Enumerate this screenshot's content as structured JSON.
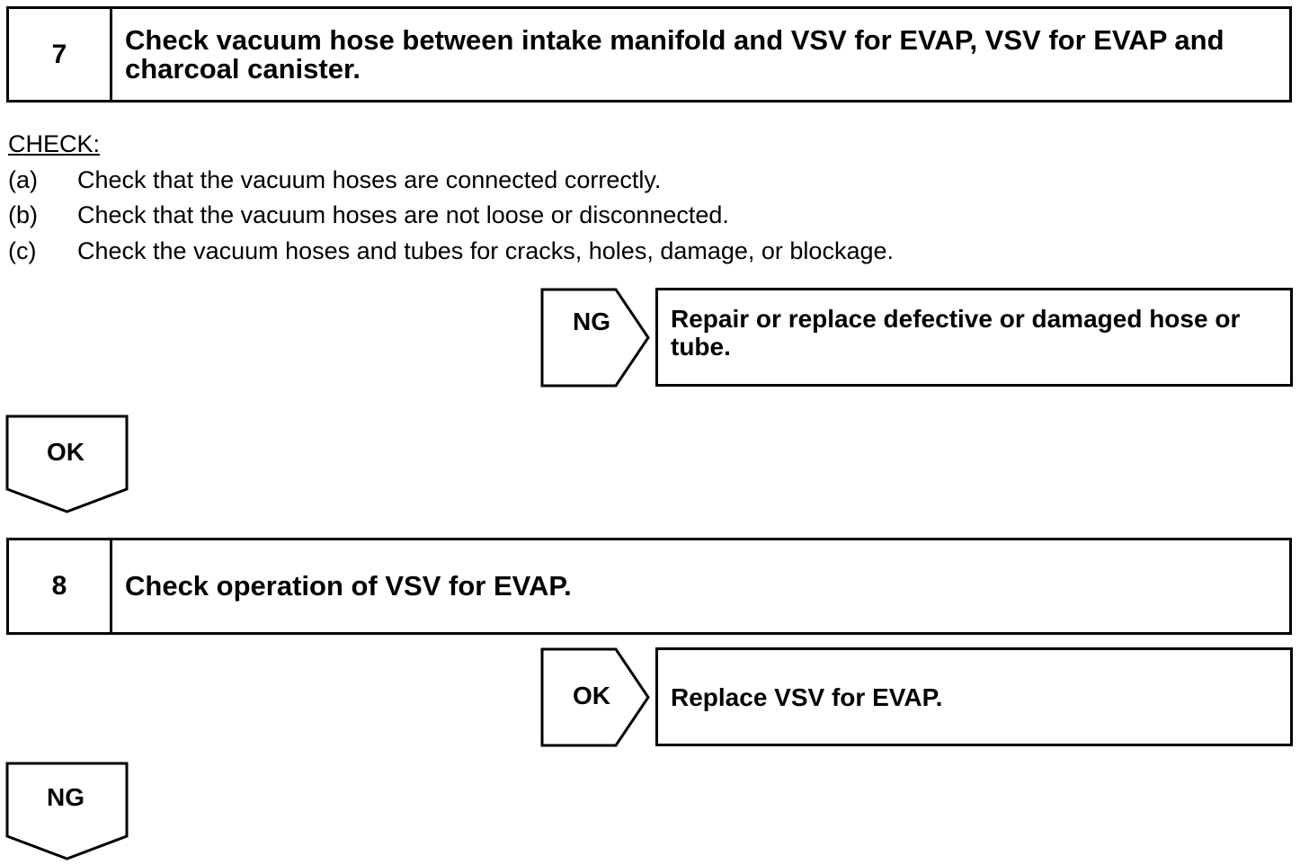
{
  "step7": {
    "number": "7",
    "title": "Check vacuum hose between intake manifold and VSV for EVAP, VSV for EVAP and charcoal canister."
  },
  "check": {
    "heading": "CHECK:",
    "items": [
      {
        "label": "(a)",
        "text": "Check that the vacuum hoses are connected correctly."
      },
      {
        "label": "(b)",
        "text": "Check that the vacuum hoses are not loose or disconnected."
      },
      {
        "label": "(c)",
        "text": "Check the vacuum hoses and tubes for cracks, holes, damage, or blockage."
      }
    ]
  },
  "step7_ng": {
    "label": "NG",
    "action": "Repair or replace defective or damaged hose or tube."
  },
  "step7_ok": {
    "label": "OK"
  },
  "step8": {
    "number": "8",
    "title": "Check operation of VSV for EVAP."
  },
  "step8_ok": {
    "label": "OK",
    "action": "Replace VSV for EVAP."
  },
  "step8_ng": {
    "label": "NG"
  }
}
